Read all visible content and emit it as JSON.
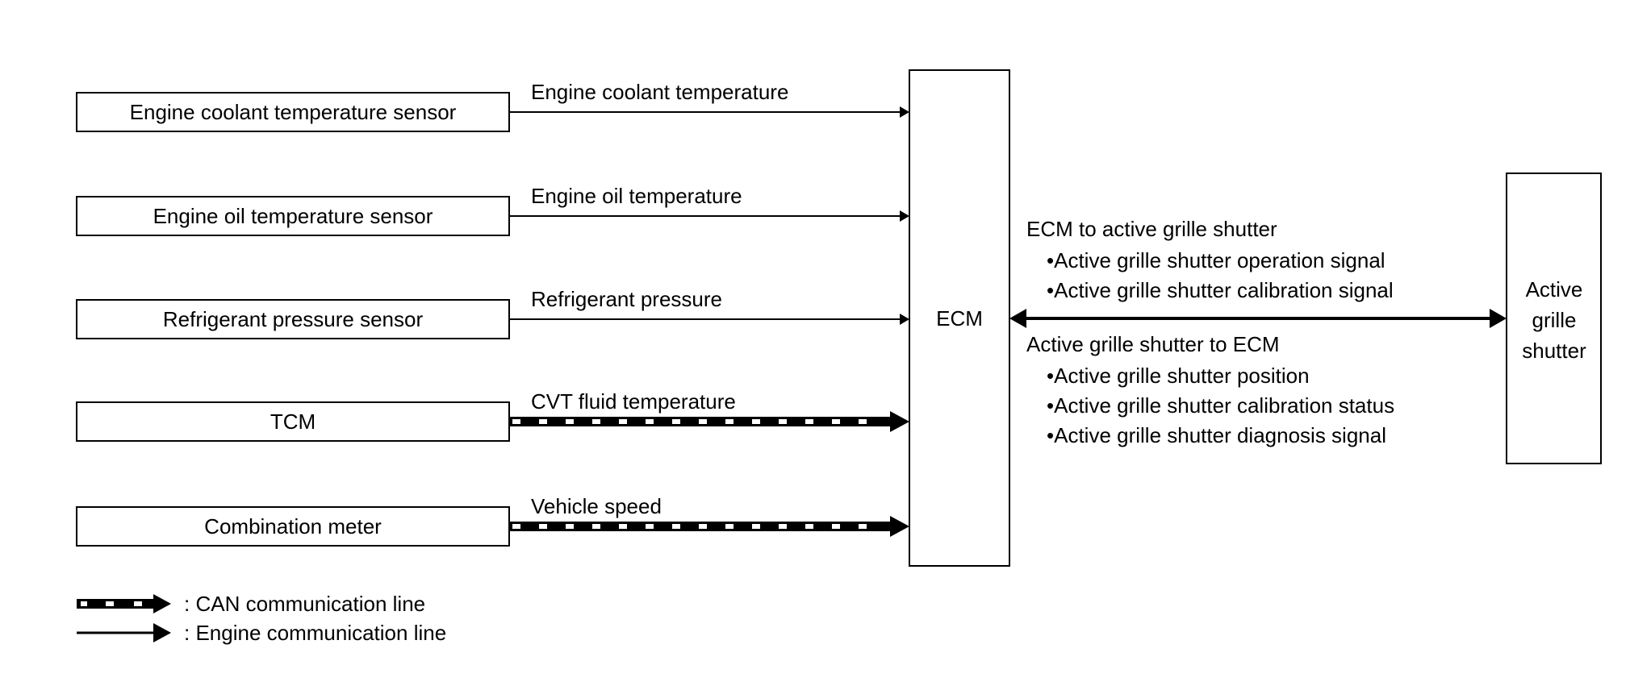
{
  "colors": {
    "line": "#000000",
    "background": "#ffffff"
  },
  "sources": [
    {
      "name": "Engine coolant temperature sensor",
      "signal": "Engine coolant temperature",
      "line": "engine"
    },
    {
      "name": "Engine oil temperature sensor",
      "signal": "Engine oil temperature",
      "line": "engine"
    },
    {
      "name": "Refrigerant pressure sensor",
      "signal": "Refrigerant pressure",
      "line": "engine"
    },
    {
      "name": "TCM",
      "signal": "CVT fluid temperature",
      "line": "can"
    },
    {
      "name": "Combination meter",
      "signal": "Vehicle speed",
      "line": "can"
    }
  ],
  "ecm": {
    "label": "ECM"
  },
  "shutter": {
    "label_lines": [
      "Active",
      "grille",
      "shutter"
    ]
  },
  "ecm_to_shutter": {
    "heading": "ECM to active grille shutter",
    "bullets": [
      "Active grille shutter operation signal",
      "Active grille shutter calibration signal"
    ]
  },
  "shutter_to_ecm": {
    "heading": "Active grille shutter to ECM",
    "bullets": [
      "Active grille shutter position",
      "Active grille shutter calibration status",
      "Active grille shutter diagnosis signal"
    ]
  },
  "bullet_char": "•",
  "legend": {
    "can": ": CAN communication line",
    "engine": ": Engine communication line"
  }
}
